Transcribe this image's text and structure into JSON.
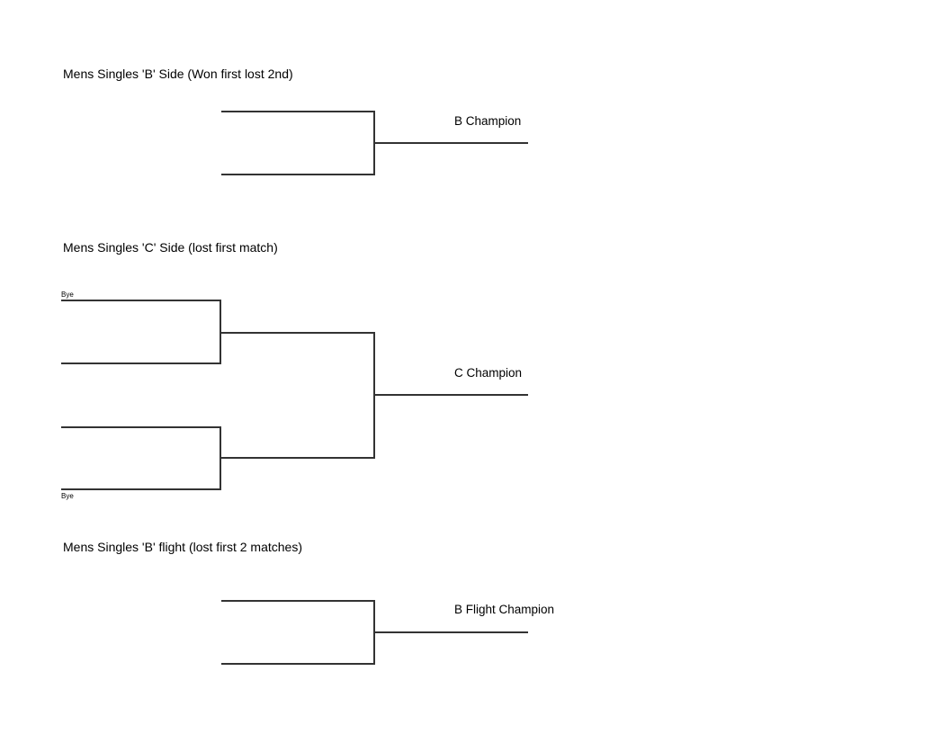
{
  "document": {
    "type": "tournament-bracket-sheet"
  },
  "sections": {
    "b_side": {
      "title": "Mens Singles 'B' Side (Won first lost 2nd)",
      "champion_label": "B Champion"
    },
    "c_side": {
      "title": "Mens Singles 'C' Side (lost first match)",
      "champion_label": "C Champion",
      "bye_top": "Bye",
      "bye_bottom": "Bye"
    },
    "b_flight": {
      "title": "Mens Singles 'B' flight (lost first 2 matches)",
      "champion_label": "B Flight Champion"
    }
  },
  "colors": {
    "line": "#333333",
    "text": "#000000",
    "background": "#ffffff"
  }
}
